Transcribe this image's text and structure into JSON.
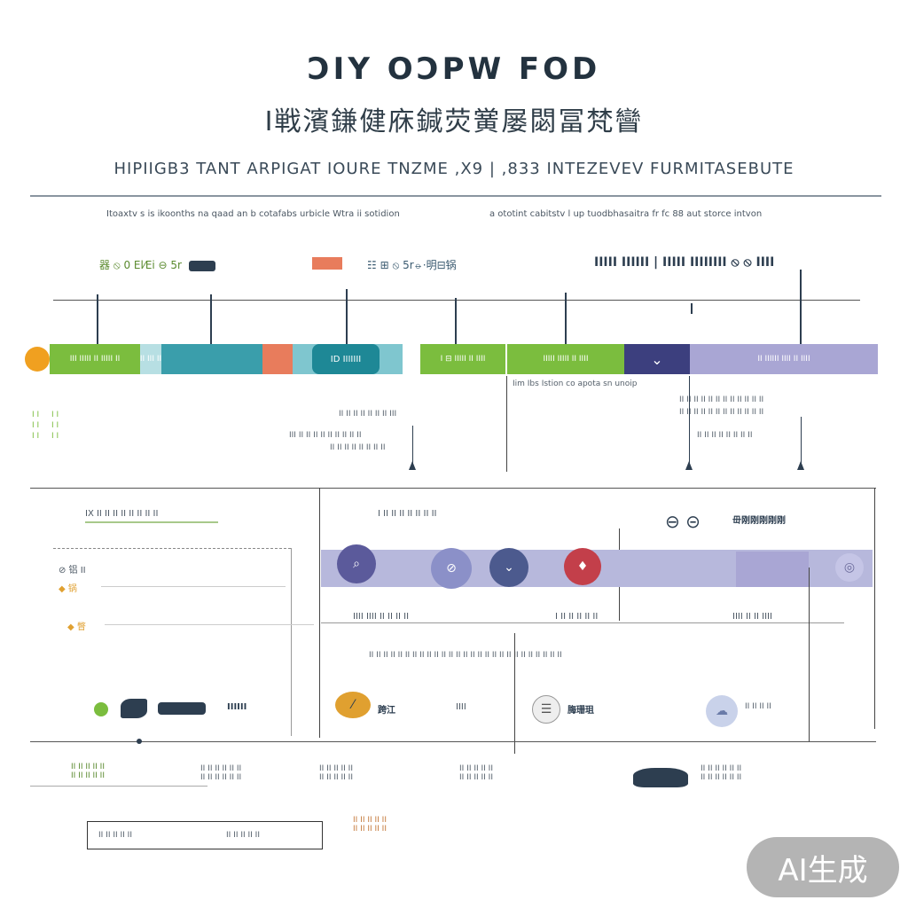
{
  "header": {
    "title": "ƆIY OƆPW FOD",
    "subtitle": "I戦濱鎌健庥鍼荧黉屡閟冨梵矕",
    "tagline": "HIPIIGB3 TANT ARPIGAT IOURE TNZME ,X9 | ,833 INTEZEVEV FURMITASEBUTE"
  },
  "intro": {
    "left": "Itoaxtv s is ikoonths na qaad an b cotafabs urbicle Wtra ii sotidion",
    "right": "a ototint cabitstv l up tuodbhasaitra fr fc 88 aut storce intvon"
  },
  "legend": {
    "item1": "器 ⦸ 0 El⁄Ei ⊖ 5r",
    "item2": "☷ ⊞ ⦸ 5r⦵·明⊟锅",
    "item3": "IIIII IIIIII | IIIII IIIIIIII ⦸ ⦸ IIII"
  },
  "timeline": {
    "seg1": "III IIIII II IIIII II",
    "seg2": "IIIII IIII III IIIII IIII",
    "seg4": "ID IIIIIII",
    "seg5": "I ⊟ IIIII II IIII",
    "seg6": "IIIII IIIII II IIII",
    "seg8": "II IIIIII IIII II IIII",
    "sub1": "Iim Ibs Istion co apota sn unoip",
    "note_mid_1": "II II II II II II II III",
    "note_mid_2": "III II II II II II II II II II",
    "note_mid_3": "II II II II II II II II",
    "note_right_1": "II II II II II II II II II II II II",
    "note_right_2": "II II II II II II II II II II II II",
    "note_right_3": "II II II II II II II II",
    "side_label": "II II II II"
  },
  "lower": {
    "left_heading": "IX II II II II II II II II",
    "left_rows": [
      "⊘ 铝 II",
      "◆ 锅",
      "◆ 瞥"
    ],
    "mid_heading": "I II II II II II II II",
    "right_heading": "毌刚刚刚刚刚",
    "right_symbol": "⊖ ⊝",
    "band_labels": [
      "IIII IIII II II II II",
      "I II II II II II",
      "IIII II II IIII"
    ],
    "band_note": "II II II II II II II II II II II II II II II II II II II II II II II II II II II",
    "icon_labels": [
      "IIIIII",
      "IIII",
      "跨江",
      "IIIII",
      "脢珊珇",
      "II II II II"
    ]
  },
  "bottom": {
    "col1": "II II II II II\nII II II II II",
    "col2": "II II II II II II\nII II II II II II",
    "col3": "II II II II II\nII II II II II",
    "col4": "II II II II II\nII II II II II",
    "col5": "II II II II II II\nII II II II II II",
    "box1": "II II II II II",
    "box2": "II II II II II",
    "box3": "II II II II II\nII II II II II"
  },
  "badge": "AI生成",
  "colors": {
    "orange": "#f0a020",
    "green": "#7bbd3e",
    "teal": "#3a9eab",
    "light_teal": "#7fc6cf",
    "salmon": "#e87c5c",
    "dark_teal": "#1e8896",
    "navy": "#3c3f7e",
    "lavender": "#a9a6d4"
  }
}
